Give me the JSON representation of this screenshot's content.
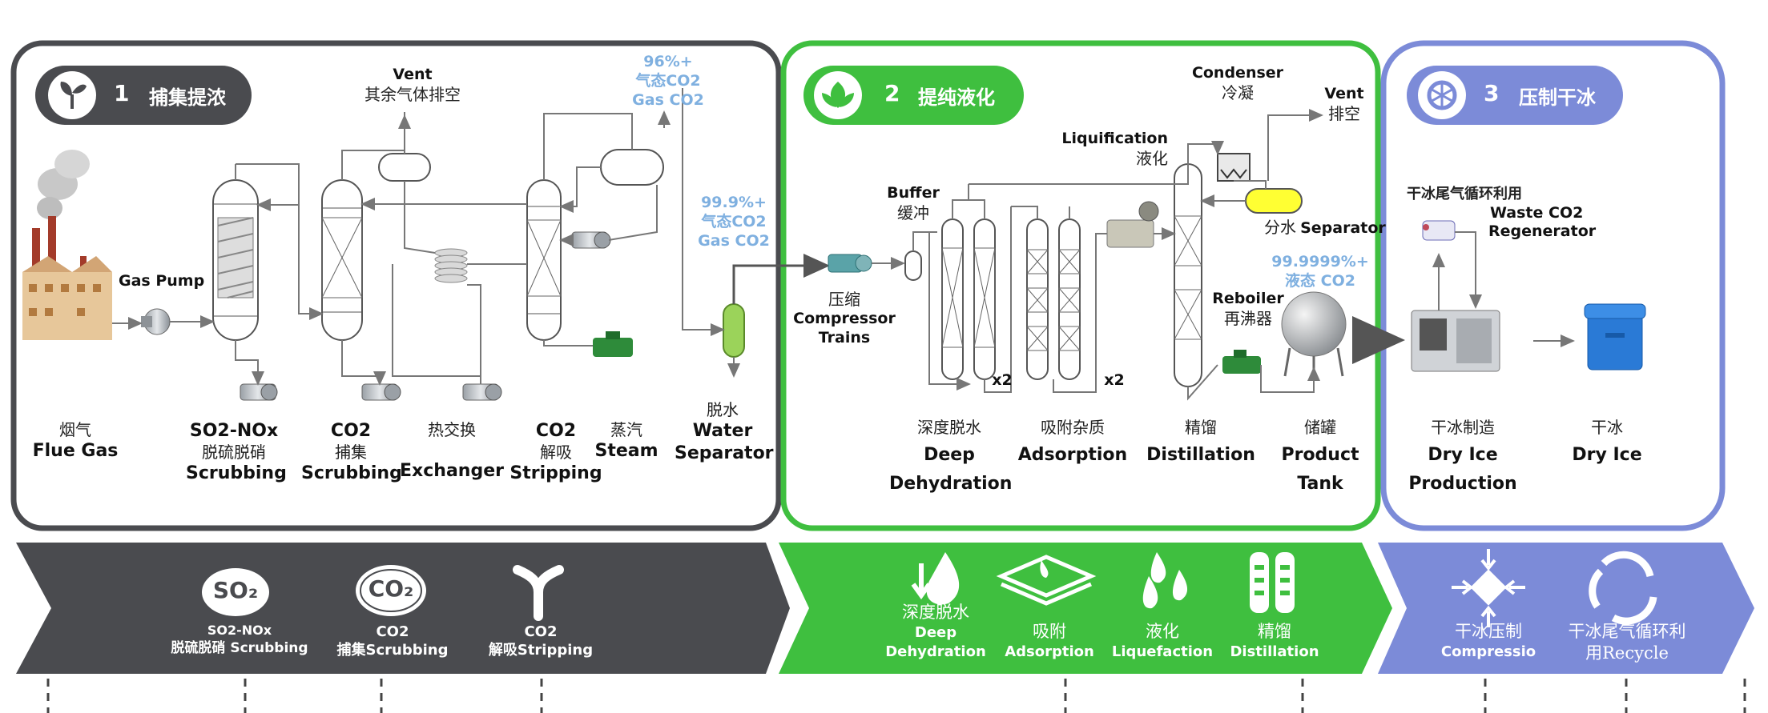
{
  "stages": [
    {
      "num": "1",
      "title": "捕集提浓",
      "color": "#4a4b4f"
    },
    {
      "num": "2",
      "title": "提纯液化",
      "color": "#3fbf3f"
    },
    {
      "num": "3",
      "title": "压制干冰",
      "color": "#7c8bd8"
    }
  ],
  "equipment": {
    "vent1": {
      "en": "Vent",
      "zh": "其余气体排空"
    },
    "gas_co2_96": {
      "pct": "96%+",
      "zh": "气态CO2",
      "en": "Gas CO2"
    },
    "gas_co2_999": {
      "pct": "99.9%+",
      "zh": "气态CO2",
      "en": "Gas CO2"
    },
    "gas_pump": "Gas Pump",
    "buffer": {
      "en": "Buffer",
      "zh": "缓冲"
    },
    "compressor": {
      "zh": "压缩",
      "en1": "Compressor",
      "en2": "Trains"
    },
    "condenser": {
      "en": "Condenser",
      "zh": "冷凝"
    },
    "liquification": {
      "en": "Liquification",
      "zh": "液化"
    },
    "vent2": {
      "en": "Vent",
      "zh": "排空"
    },
    "separator": {
      "zh": "分水",
      "en": "Separator"
    },
    "liquid_co2": {
      "pct": "99.9999%+",
      "zh": "液态 CO2"
    },
    "reboiler": {
      "en": "Reboiler",
      "zh": "再沸器"
    },
    "x2a": "x2",
    "x2b": "x2",
    "dry_ice_recycle": {
      "zh": "干冰尾气循环利用",
      "en1": "Waste CO2",
      "en2": "Regenerator"
    }
  },
  "labels": {
    "flue_gas": {
      "zh": "烟气",
      "en": "Flue Gas"
    },
    "so2": {
      "en1": "SO2-NOx",
      "zh": "脱硫脱硝",
      "en2": "Scrubbing"
    },
    "co2_capture": {
      "en1": "CO2",
      "zh": "捕集",
      "en2": "Scrubbing"
    },
    "heat_exchanger": {
      "zh": "热交换",
      "en": "Exchanger"
    },
    "co2_strip": {
      "en1": "CO2",
      "zh": "解吸",
      "en2": "Stripping"
    },
    "steam": {
      "zh": "蒸汽",
      "en": "Steam"
    },
    "water_sep": {
      "zh": "脱水",
      "en1": "Water",
      "en2": "Separator"
    },
    "deep_dehyd": {
      "zh": "深度脱水",
      "en1": "Deep",
      "en2": "Dehydration"
    },
    "adsorption": {
      "zh": "吸附杂质",
      "en": "Adsorption"
    },
    "distillation": {
      "zh": "精馏",
      "en": "Distillation"
    },
    "product_tank": {
      "zh": "储罐",
      "en1": "Product",
      "en2": "Tank"
    },
    "dry_ice_prod": {
      "zh": "干冰制造",
      "en1": "Dry Ice",
      "en2": "Production"
    },
    "dry_ice": {
      "zh": "干冰",
      "en": "Dry Ice"
    }
  },
  "band": [
    {
      "icon": "so2-icon",
      "l1": "SO2-NOx",
      "l2": "脱硫脱硝 Scrubbing"
    },
    {
      "icon": "co2-icon",
      "l1": "CO2",
      "l2": "捕集Scrubbing"
    },
    {
      "icon": "stripping-icon",
      "l1": "CO2",
      "l2": "解吸Stripping"
    },
    {
      "icon": "dehydration-icon",
      "l1": "深度脱水",
      "l2": "Deep",
      "l3": "Dehydration"
    },
    {
      "icon": "adsorption-icon",
      "l1": "吸附",
      "l2": "Adsorption"
    },
    {
      "icon": "liquefaction-icon",
      "l1": "液化",
      "l2": "Liquefaction"
    },
    {
      "icon": "distillation-icon",
      "l1": "精馏",
      "l2": "Distillation"
    },
    {
      "icon": "compression-icon",
      "l1": "干冰压制",
      "l2": "Compressio"
    },
    {
      "icon": "recycle-icon",
      "l1": "干冰尾气循环利",
      "l2": "用Recycle"
    }
  ],
  "icon_text": {
    "so2": "SO₂",
    "co2": "CO₂"
  }
}
